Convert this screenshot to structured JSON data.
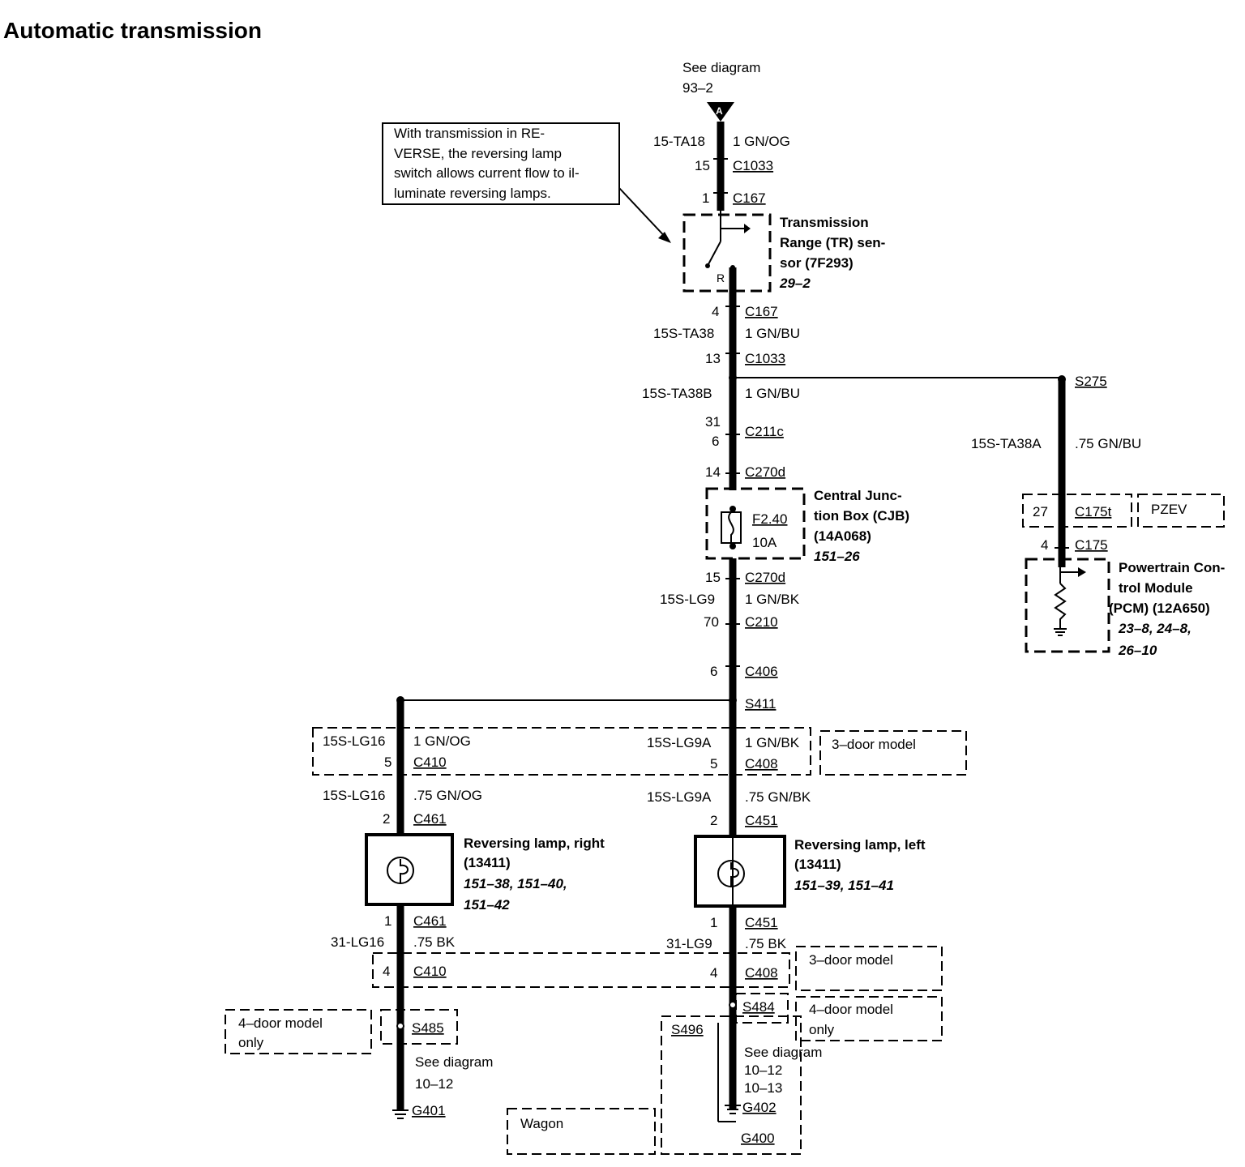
{
  "title": "Automatic transmission",
  "top": {
    "see_diagram": "See diagram",
    "ref": "93–2",
    "connector_letter": "A"
  },
  "note": {
    "lines": [
      "With transmission in RE-",
      "VERSE, the reversing lamp",
      "switch allows current flow to il-",
      "luminate reversing lamps."
    ]
  },
  "main": {
    "c1": "15-TA18",
    "c1b": "1 GN/OG",
    "c2pin": "15",
    "c2": "C1033",
    "c3pin": "1",
    "c3": "C167",
    "c4pin": "4",
    "c4": "C167",
    "c5": "15S-TA38",
    "c5b": "1 GN/BU",
    "c6pin": "13",
    "c6": "C1033",
    "c7": "15S-TA38B",
    "c7b": "1 GN/BU",
    "c8pin": "31",
    "c8": "C211c",
    "c8pin2": "6",
    "c9pin": "14",
    "c9": "C270d",
    "fuse": "F2.40",
    "fuse_rating": "10A",
    "c10pin": "15",
    "c10": "C270d",
    "c11": "15S-LG9",
    "c11b": "1 GN/BK",
    "c12pin": "70",
    "c12": "C210",
    "c13pin": "6",
    "c13": "C406",
    "splice": "S411"
  },
  "tr_sensor": {
    "lines": [
      "Transmission",
      "Range (TR) sen-",
      "sor (7F293)"
    ],
    "ref": "29–2",
    "pos": "R"
  },
  "cjb": {
    "lines": [
      "Central Junc-",
      "tion Box (CJB)",
      "(14A068)"
    ],
    "ref": "151–26"
  },
  "pcm_branch": {
    "splice": "S275",
    "circuit": "15S-TA38A",
    "wire": ".75 GN/BU",
    "pin27": "27",
    "c175t": "C175t",
    "pzev": "PZEV",
    "pin4": "4",
    "c175": "C175",
    "lines": [
      "Powertrain Con-",
      "trol Module",
      "(PCM) (12A650)"
    ],
    "refs": [
      "23–8, 24–8,",
      "26–10"
    ]
  },
  "right_lamp": {
    "c1": "15S-LG16",
    "c1b": "1 GN/OG",
    "pin5": "5",
    "c410": "C410",
    "c2": "15S-LG16",
    "c2b": ".75 GN/OG",
    "pin2": "2",
    "c461": "C461",
    "lines": [
      "Reversing lamp, right",
      "(13411)"
    ],
    "refs": [
      "151–38, 151–40,",
      "151–42"
    ],
    "pin1": "1",
    "c461b": "C461",
    "c3": "31-LG16",
    "c3b": ".75 BK",
    "pin4": "4",
    "c410b": "C410",
    "s485": "S485",
    "door_note": [
      "4–door model",
      "only"
    ],
    "see": "See diagram",
    "see_ref": "10–12",
    "ground": "G401"
  },
  "left_lamp": {
    "c1": "15S-LG9A",
    "c1b": "1 GN/BK",
    "pin5": "5",
    "c408": "C408",
    "door3": "3–door model",
    "c2": "15S-LG9A",
    "c2b": ".75 GN/BK",
    "pin2": "2",
    "c451": "C451",
    "lines": [
      "Reversing lamp, left",
      "(13411)"
    ],
    "refs": [
      "151–39, 151–41"
    ],
    "pin1": "1",
    "c451b": "C451",
    "c3": "31-LG9",
    "c3b": ".75 BK",
    "pin4": "4",
    "c408b": "C408",
    "door3b": "3–door model",
    "s484": "S484",
    "door4": [
      "4–door model",
      "only"
    ],
    "s496": "S496",
    "see": "See diagram",
    "see_ref1": "10–12",
    "see_ref2": "10–13",
    "ground": "G402",
    "ground2": "G400",
    "wagon": "Wagon"
  }
}
